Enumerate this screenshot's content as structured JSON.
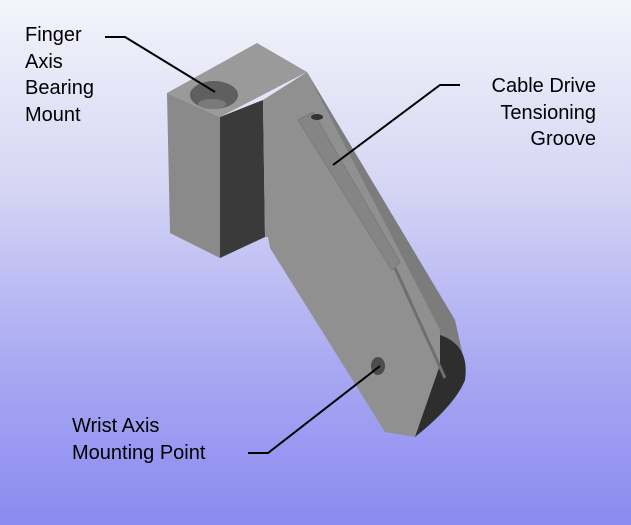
{
  "labels": {
    "finger": [
      "Finger",
      "Axis",
      "Bearing",
      "Mount"
    ],
    "cable": [
      "Cable Drive",
      "Tensioning",
      "Groove"
    ],
    "wrist": [
      "Wrist Axis",
      "Mounting Point"
    ]
  },
  "colors": {
    "part_light": "#8f8f8f",
    "part_mid": "#808080",
    "part_dark": "#383838",
    "leader": "#000000"
  }
}
